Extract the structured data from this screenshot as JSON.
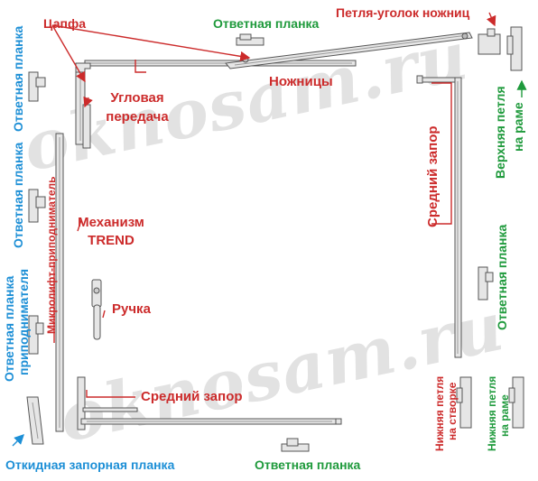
{
  "watermark": "oknosam.ru",
  "labels": {
    "tsapfa": "Цапфа",
    "otvetnaya_top": "Ответная планка",
    "petlya_ugolok": "Петля-уголок ножниц",
    "nozhnitsy": "Ножницы",
    "uglovaya_1": "Угловая",
    "uglovaya_2": "передача",
    "mekhanizm_1": "Механизм",
    "mekhanizm_2": "TREND",
    "ruchka": "Ручка",
    "sredniy_zapor_bottom": "Средний запор",
    "sredniy_zapor_right": "Средний запор",
    "otvetnaya_left_1": "Ответная планка",
    "otvetnaya_left_2": "Ответная планка",
    "otvetnaya_podem_1": "Ответная планка",
    "otvetnaya_podem_2": "приподнимателя",
    "mikrolift": "Микролифт-приподниматель",
    "otkidnaya": "Откидная запорная планка",
    "otvetnaya_bottom": "Ответная планка",
    "verkhnyaya_1": "Верхняя петля",
    "verkhnyaya_2": "на раме",
    "otvetnaya_right": "Ответная планка",
    "nizhnyaya_stv_1": "Нижняя петля",
    "nizhnyaya_stv_2": "на створке",
    "nizhnyaya_rama_1": "Нижняя петля",
    "nizhnyaya_rama_2": "на раме"
  },
  "colors": {
    "red": "#cc2b2b",
    "green": "#1f9a3c",
    "blue": "#1d8fd6",
    "hardware_fill": "#e6e6e6",
    "hardware_stroke": "#555555"
  }
}
